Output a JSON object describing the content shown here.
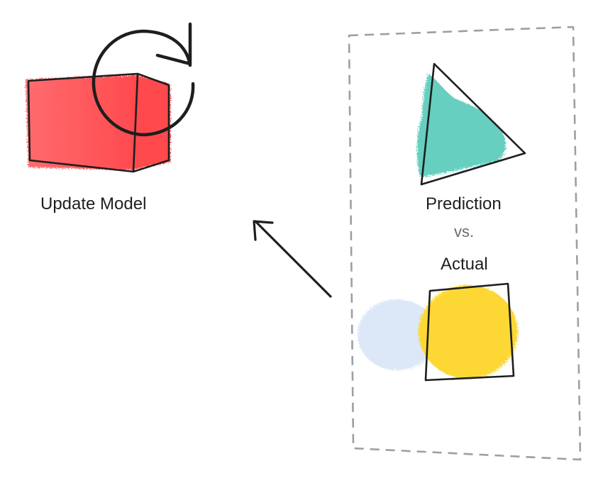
{
  "labels": {
    "update_model": "Update Model",
    "prediction": "Prediction",
    "versus": "vs.",
    "actual": "Actual"
  },
  "colors": {
    "model_box_fill": "#ff6b6e",
    "model_box_side": "#ff4a4e",
    "prediction_fill": "#66cfc0",
    "actual_fill": "#fdd835",
    "ghost_fill": "#dce8f8",
    "stroke": "#1e1e1e",
    "dashed_border": "#9aa0a6"
  },
  "icons": {
    "model": "cube-icon",
    "update": "refresh-arrow-icon",
    "prediction": "triangle-icon",
    "actual": "square-icon",
    "feedback": "arrow-up-left-icon"
  }
}
